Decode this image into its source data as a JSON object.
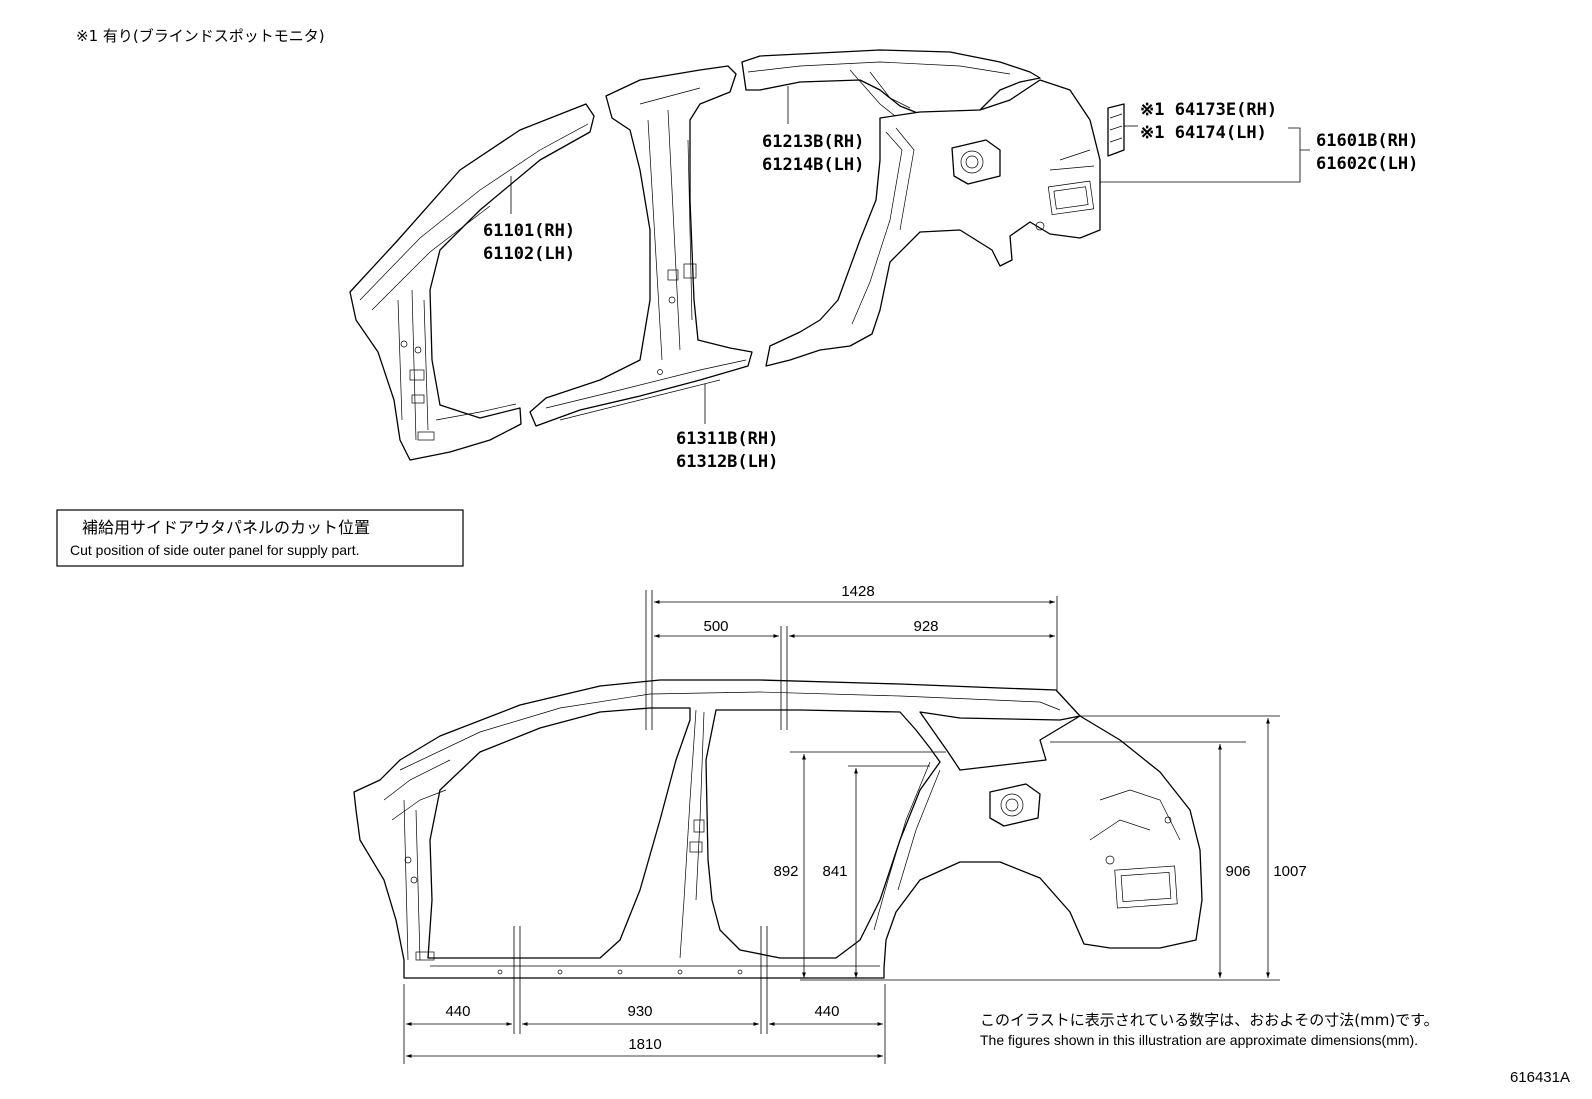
{
  "top_note": "※1 有り(ブラインドスポットモニタ)",
  "parts": {
    "p61101": [
      "61101(RH)",
      "61102(LH)"
    ],
    "p61213": [
      "61213B(RH)",
      "61214B(LH)"
    ],
    "p64173": [
      "※1 64173E(RH)",
      "※1 64174(LH)"
    ],
    "p61601": [
      "61601B(RH)",
      "61602C(LH)"
    ],
    "p61311": [
      "61311B(RH)",
      "61312B(LH)"
    ]
  },
  "cut_box": {
    "title_ja": "補給用サイドアウタパネルのカット位置",
    "title_en": "Cut position of side outer panel for supply part."
  },
  "dimensions": {
    "top_total": "1428",
    "top_left": "500",
    "top_right": "928",
    "h1": "892",
    "h2": "841",
    "h3": "906",
    "h4": "1007",
    "bottom_left": "440",
    "bottom_mid": "930",
    "bottom_right": "440",
    "bottom_total": "1810"
  },
  "footer": {
    "note_ja": "このイラストに表示されている数字は、おおよその寸法(mm)です。",
    "note_en": "The figures shown in this illustration are approximate dimensions(mm).",
    "fig_id": "616431A"
  }
}
